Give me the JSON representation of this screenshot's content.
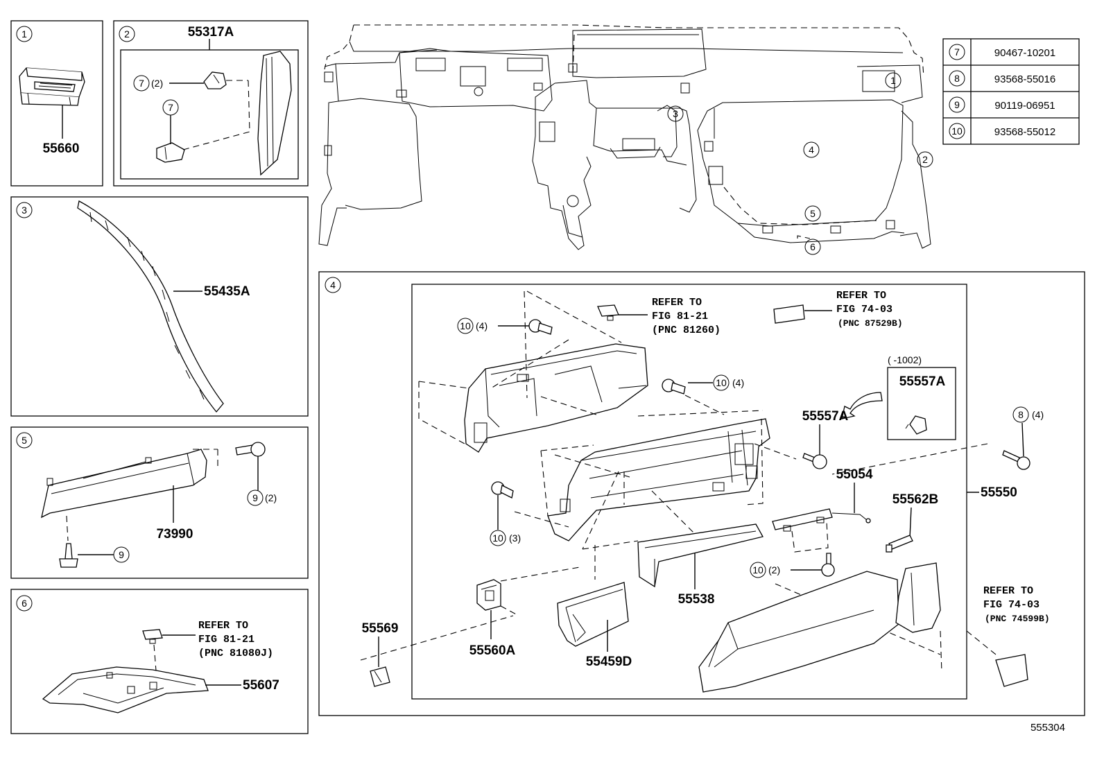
{
  "diagram_id": "555304",
  "inset_panels": [
    {
      "id": "1",
      "part": "55660"
    },
    {
      "id": "2",
      "part": "55317A",
      "callouts": [
        {
          "ref": "7",
          "qty": "(2)"
        },
        {
          "ref": "7",
          "qty": ""
        }
      ]
    },
    {
      "id": "3",
      "part": "55435A"
    },
    {
      "id": "5",
      "part": "73990",
      "callouts": [
        {
          "ref": "9",
          "qty": "(2)"
        },
        {
          "ref": "9",
          "qty": ""
        }
      ]
    },
    {
      "id": "6",
      "part": "55607",
      "refer": {
        "line1": "REFER TO",
        "line2": "FIG 81-21",
        "line3": "(PNC 81080J)"
      }
    }
  ],
  "overview_callouts": [
    "1",
    "2",
    "3",
    "4",
    "5",
    "6"
  ],
  "fastener_table": [
    {
      "ref": "7",
      "part": "90467-10201"
    },
    {
      "ref": "8",
      "part": "93568-55016"
    },
    {
      "ref": "9",
      "part": "90119-06951"
    },
    {
      "ref": "10",
      "part": "93568-55012"
    }
  ],
  "panel4": {
    "id": "4",
    "refer_a": {
      "line1": "REFER TO",
      "line2": "FIG 81-21",
      "line3": "(PNC 81260)"
    },
    "refer_b": {
      "line1": "REFER TO",
      "line2": "FIG 74-03",
      "line3": "(PNC 87529B)"
    },
    "refer_c": {
      "line1": "REFER TO",
      "line2": "FIG 74-03",
      "line3": "(PNC 74599B)"
    },
    "variant_range": "(      -1002)",
    "variant_part": "55557A",
    "parts": {
      "p55557A": "55557A",
      "p55054": "55054",
      "p55550": "55550",
      "p55562B": "55562B",
      "p55538": "55538",
      "p55569": "55569",
      "p55560A": "55560A",
      "p55459D": "55459D"
    },
    "callouts": [
      {
        "ref": "10",
        "qty": "(4)"
      },
      {
        "ref": "10",
        "qty": "(4)"
      },
      {
        "ref": "10",
        "qty": "(3)"
      },
      {
        "ref": "10",
        "qty": "(2)"
      },
      {
        "ref": "8",
        "qty": "(4)"
      }
    ]
  }
}
